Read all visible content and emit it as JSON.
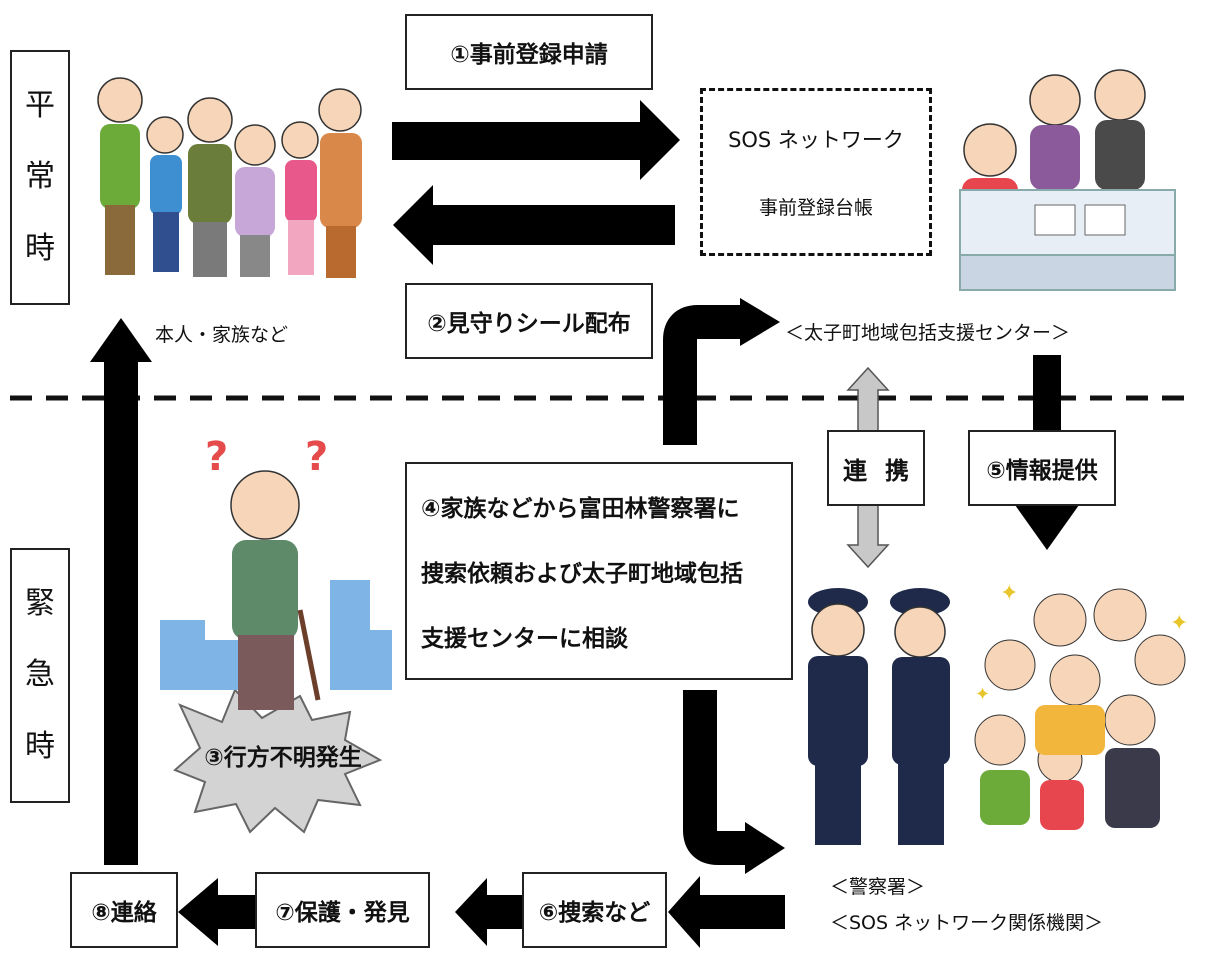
{
  "modes": {
    "normal": [
      "平",
      "常",
      "時"
    ],
    "emergency": [
      "緊",
      "急",
      "時"
    ]
  },
  "steps": {
    "s1": "①事前登録申請",
    "s2": "②見守りシール配布",
    "s3": "③行方不明発生",
    "s4_lines": [
      "④家族などから富田林警察署に",
      "捜索依頼および太子町地域包括",
      "支援センターに相談"
    ],
    "s5": "⑤情報提供",
    "s6": "⑥捜索など",
    "s7": "⑦保護・発見",
    "s8": "⑧連絡"
  },
  "registry": {
    "line1": "SOS ネットワーク",
    "line2": "事前登録台帳"
  },
  "labels": {
    "family": "本人・家族など",
    "center": "＜太子町地域包括支援センター＞",
    "police": "＜警察署＞",
    "network": "＜SOS ネットワーク関係機関＞",
    "cooperation_chars": [
      "連",
      "携"
    ]
  }
}
